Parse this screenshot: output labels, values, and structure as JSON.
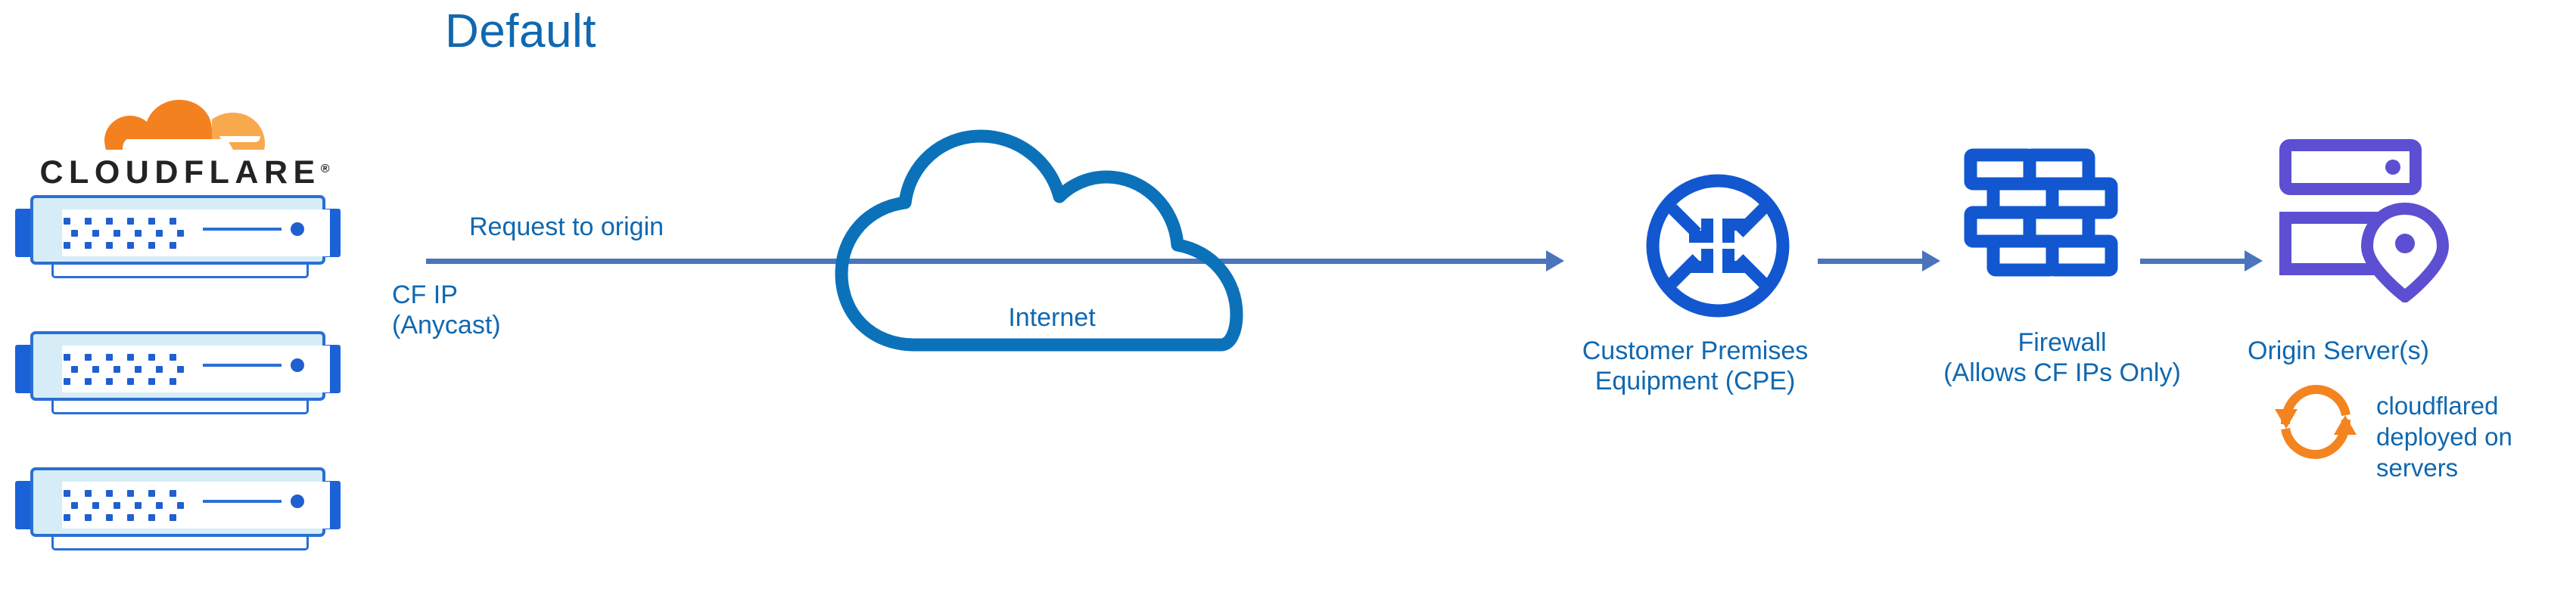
{
  "title": "Default",
  "colors": {
    "title_blue": "#1068b0",
    "label_blue": "#1068b0",
    "arrow_blue": "#4a74bc",
    "cloud_blue": "#0b72ba",
    "icon_blue": "#1257d0",
    "server_body": "#d6edf7",
    "server_accent": "#1a62d8",
    "origin_purple": "#5c4fd1",
    "cloudflare_orange": "#f4841f",
    "cloudflare_orange_light": "#f6a94b",
    "wordmark_black": "#232323"
  },
  "brand": {
    "wordmark": "CLOUDFLARE",
    "registered_mark": "®",
    "logo_icon": "cloudflare-cloud-icon"
  },
  "nodes": [
    {
      "id": "cloudflare-edge",
      "icon": "server-rack-icon",
      "count": 3,
      "label": ""
    },
    {
      "id": "internet",
      "icon": "cloud-icon",
      "label": "Internet"
    },
    {
      "id": "cpe",
      "icon": "router-icon",
      "label": "Customer Premises\nEquipment (CPE)"
    },
    {
      "id": "firewall",
      "icon": "brick-wall-icon",
      "label": "Firewall\n(Allows CF IPs Only)"
    },
    {
      "id": "origin",
      "icon": "origin-server-pin-icon",
      "label": "Origin Server(s)"
    }
  ],
  "labels": {
    "request_to_origin": "Request to origin",
    "cf_ip": "CF IP\n(Anycast)",
    "internet": "Internet",
    "cpe": "Customer Premises\nEquipment (CPE)",
    "firewall": "Firewall\n(Allows CF IPs Only)",
    "origin_server": "Origin Server(s)",
    "cloudflared": "cloudflared\ndeployed on\nservers"
  },
  "connections": [
    {
      "from": "cloudflare-edge",
      "to": "cpe",
      "label": "Request to origin"
    },
    {
      "from": "cpe",
      "to": "firewall",
      "label": ""
    },
    {
      "from": "firewall",
      "to": "origin",
      "label": ""
    }
  ]
}
